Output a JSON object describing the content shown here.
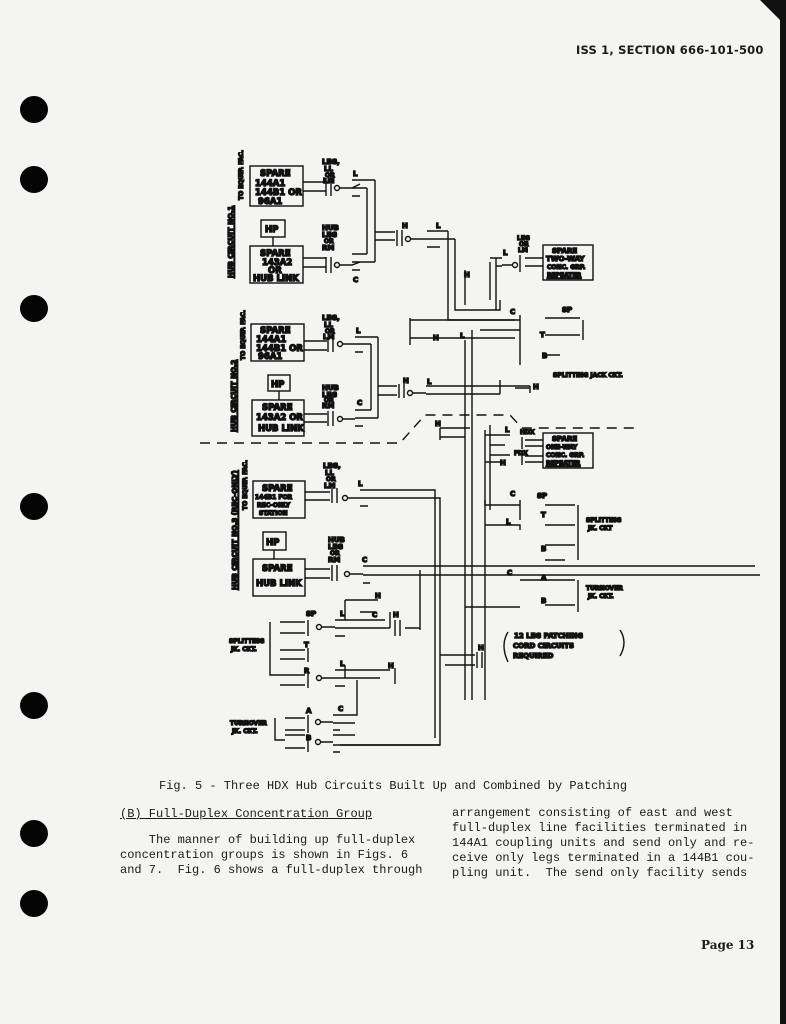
{
  "header": {
    "section": "ISS 1, SECTION 666-101-500"
  },
  "figure": {
    "caption": "Fig. 5 - Three HDX Hub Circuits Built Up and Combined by Patching",
    "hub1": {
      "title": "HUB CIRCUIT NO.1",
      "fac": "TO EQUIP. FAC.",
      "unit_box": [
        "SPARE",
        "144A1",
        "144B1 OR",
        "96A1"
      ],
      "leg_label": [
        "LEG,",
        "LL",
        "OR",
        "LM"
      ],
      "hp": "HP",
      "link_box": [
        "SPARE",
        "143A2",
        "OR",
        "HUB LINK"
      ],
      "hub_leg_label": [
        "HUB",
        "LEG",
        "OR",
        "RM"
      ]
    },
    "hub2": {
      "title": "HUB CIRCUIT NO.2",
      "fac": "TO EQUIP. FAC.",
      "unit_box": [
        "SPARE",
        "144A1",
        "144B1 OR",
        "96A1"
      ],
      "leg_label": [
        "LEG,",
        "LL",
        "OR",
        "LM"
      ],
      "hp": "HP",
      "link_box": [
        "SPARE",
        "143A2 OR",
        "HUB LINK"
      ],
      "hub_leg_label": [
        "HUB",
        "LEG",
        "OR",
        "RM"
      ]
    },
    "hub3": {
      "title": "HUB CIRCUIT NO.3 (REC-ONLY)",
      "fac": "TO EQUIP. FAC.",
      "unit_box": [
        "SPARE",
        "144B1 FOR",
        "REC-ONLY",
        "STATION"
      ],
      "leg_label": [
        "LEG,",
        "LL",
        "OR",
        "LM"
      ],
      "hp": "HP",
      "link_box": [
        "SPARE",
        "HUB LINK"
      ],
      "hub_leg_label": [
        "HUB",
        "LEG",
        "OR",
        "RM"
      ]
    },
    "two_way": {
      "leg_label": [
        "LEG",
        "OR",
        "LM"
      ],
      "box": [
        "SPARE",
        "TWO-WAY",
        "CONC. GRP.",
        "REPEATER"
      ]
    },
    "one_way": {
      "hdx": "HDX",
      "fdx": "FDX",
      "box": [
        "SPARE",
        "ONE-WAY",
        "CONC. GRP.",
        "REPEATER"
      ]
    },
    "splitting_jack_1": "SPLITTING JACK CKT.",
    "splitting_jack_2": [
      "SPLITTING",
      "JK. CKT"
    ],
    "splitting_jack_3": [
      "SPLITTING",
      "JK. CKT."
    ],
    "turnover_1": [
      "TURNOVER",
      "JK. CKT."
    ],
    "turnover_2": [
      "TURNOVER",
      "JK. CKT."
    ],
    "note": [
      "12 LEG PATCHING",
      "CORD CIRCUITS",
      "REQUIRED"
    ],
    "letters": {
      "L": "L",
      "C": "C",
      "H": "H",
      "SP": "SP",
      "T": "T",
      "B": "B",
      "R": "R",
      "A": "A"
    }
  },
  "body": {
    "heading": "(B) Full-Duplex Concentration Group",
    "left_column": "    The manner of building up full-duplex\nconcentration groups is shown in Figs. 6\nand 7.  Fig. 6 shows a full-duplex through",
    "right_column": "arrangement consisting of east and west\nfull-duplex line facilities terminated in\n144A1 coupling units and send only and re-\nceive only legs terminated in a 144B1 cou-\npling unit.  The send only facility sends"
  },
  "footer": {
    "page": "Page 13"
  }
}
